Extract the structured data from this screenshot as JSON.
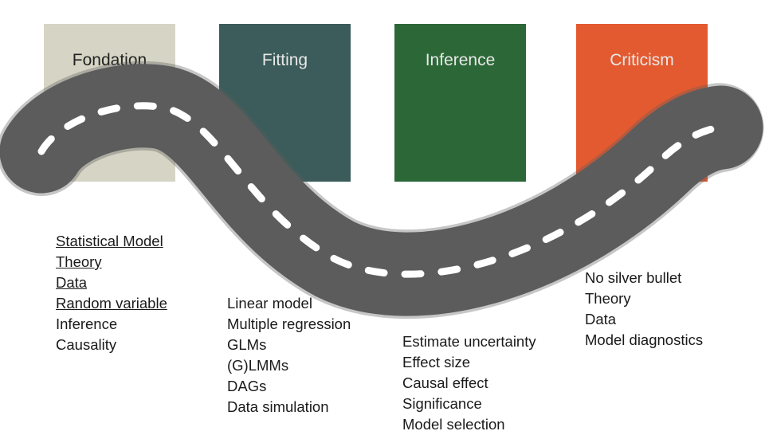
{
  "colors": {
    "foundation_box": "#d6d5c5",
    "fitting_box": "#3b5c5a",
    "inference_box": "#2c6837",
    "criticism_box": "#e35a30",
    "road": "#5c5c5c",
    "road_dash": "#ffffff"
  },
  "stages": [
    {
      "title": "Fondation",
      "items": [
        {
          "text": "Statistical Model",
          "underlined": true
        },
        {
          "text": "Theory",
          "underlined": true
        },
        {
          "text": "Data",
          "underlined": true
        },
        {
          "text": "Random variable",
          "underlined": true
        },
        {
          "text": "Inference",
          "underlined": false
        },
        {
          "text": "Causality",
          "underlined": false
        }
      ]
    },
    {
      "title": "Fitting",
      "items": [
        {
          "text": "Linear model",
          "underlined": false
        },
        {
          "text": "Multiple regression",
          "underlined": false
        },
        {
          "text": "GLMs",
          "underlined": false
        },
        {
          "text": "(G)LMMs",
          "underlined": false
        },
        {
          "text": "DAGs",
          "underlined": false
        },
        {
          "text": "Data simulation",
          "underlined": false
        }
      ]
    },
    {
      "title": "Inference",
      "items": [
        {
          "text": "Estimate uncertainty",
          "underlined": false
        },
        {
          "text": "Effect size",
          "underlined": false
        },
        {
          "text": "Causal effect",
          "underlined": false
        },
        {
          "text": "Significance",
          "underlined": false
        },
        {
          "text": "Model selection",
          "underlined": false
        }
      ]
    },
    {
      "title": "Criticism",
      "items": [
        {
          "text": "No silver bullet",
          "underlined": false
        },
        {
          "text": "Theory",
          "underlined": false
        },
        {
          "text": "Data",
          "underlined": false
        },
        {
          "text": "Model diagnostics",
          "underlined": false
        }
      ]
    }
  ]
}
